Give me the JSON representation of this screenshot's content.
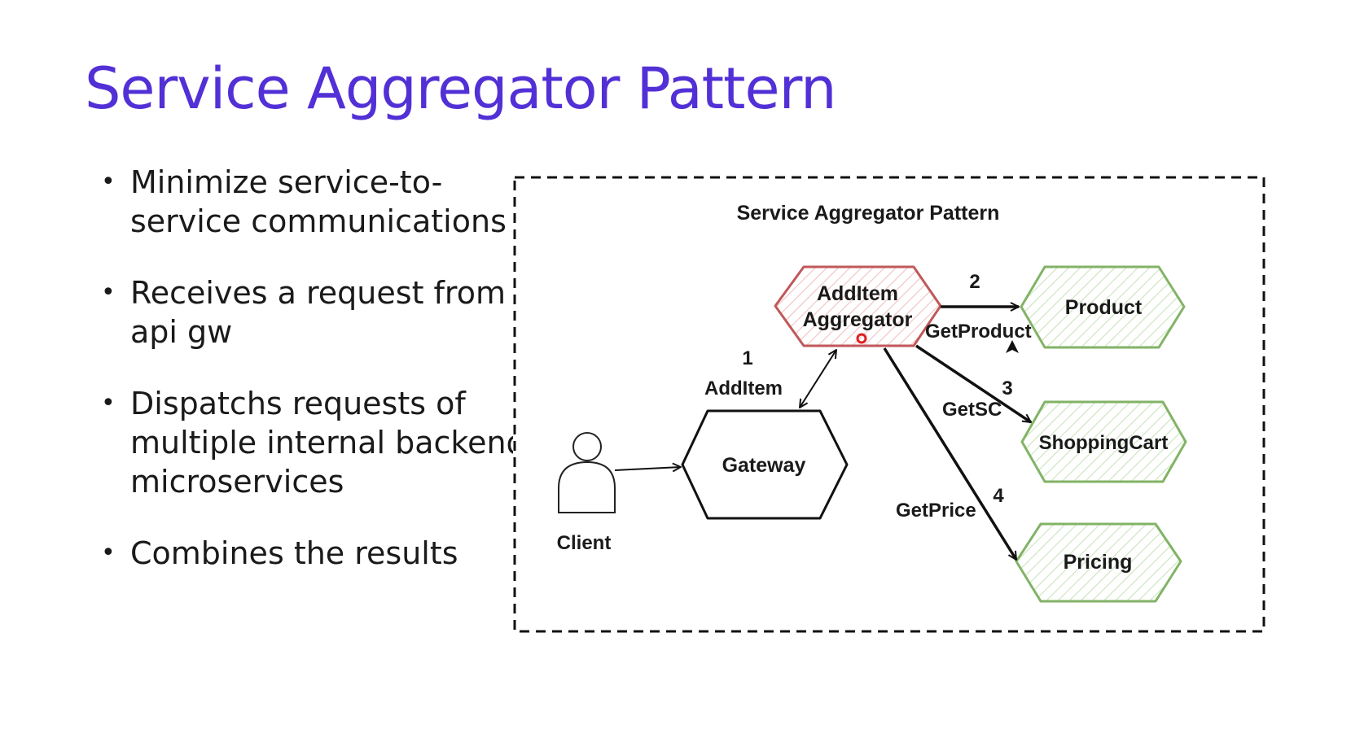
{
  "slide": {
    "title": "Service Aggregator Pattern",
    "bullets": [
      {
        "lines": [
          "Minimize service-to-",
          "service communications"
        ]
      },
      {
        "lines": [
          "Receives a request from",
          "api gw"
        ]
      },
      {
        "lines": [
          "Dispatchs requests of",
          "multiple internal backend",
          "microservices"
        ]
      },
      {
        "lines": [
          "Combines the results"
        ]
      }
    ]
  },
  "diagram": {
    "title": "Service Aggregator Pattern",
    "client_label": "Client",
    "gateway_label": "Gateway",
    "aggregator_label_line1": "AddItem",
    "aggregator_label_line2": "Aggregator",
    "services": {
      "product": "Product",
      "shopping_cart": "ShoppingCart",
      "pricing": "Pricing"
    },
    "edges": {
      "gateway_aggregator": {
        "step": "1",
        "label": "AddItem"
      },
      "product": {
        "step": "2",
        "label": "GetProduct"
      },
      "shopping_cart": {
        "step": "3",
        "label": "GetSC"
      },
      "pricing": {
        "step": "4",
        "label": "GetPrice"
      }
    },
    "colors": {
      "title": "#5230d6",
      "aggregator_stroke": "#c0585a",
      "aggregator_hatch": "#f0c9c9",
      "service_stroke": "#82b366",
      "service_hatch": "#cfe6c3",
      "cursor_marker": "#e02020"
    }
  }
}
